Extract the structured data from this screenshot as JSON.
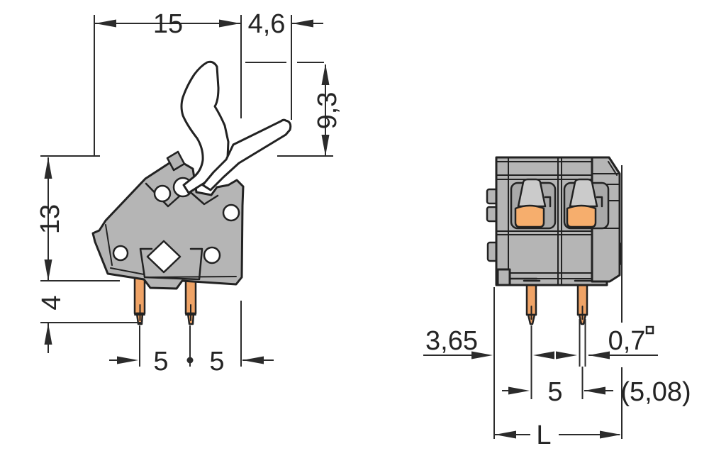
{
  "side_view": {
    "width": "15",
    "lever_offset": "4,6",
    "lever_height": "9,3",
    "housing_height": "13",
    "pin_length": "4",
    "pin_pitch_left": "5",
    "pin_pitch_right": "5"
  },
  "front_view": {
    "edge_to_pin": "3,65",
    "pin_width": "0,7",
    "pin_pitch": "5",
    "pin_pitch_alt": "(5,08)",
    "overall_width": "L"
  },
  "colors": {
    "housing": "#b5b5b5",
    "housing_dark": "#a9a9a9",
    "actuator": "#cbcbcb",
    "copper": "#efa366",
    "clamp": "#f6ae6d",
    "outline": "#222222",
    "dimension": "#2b2b2b",
    "text": "#242424"
  }
}
